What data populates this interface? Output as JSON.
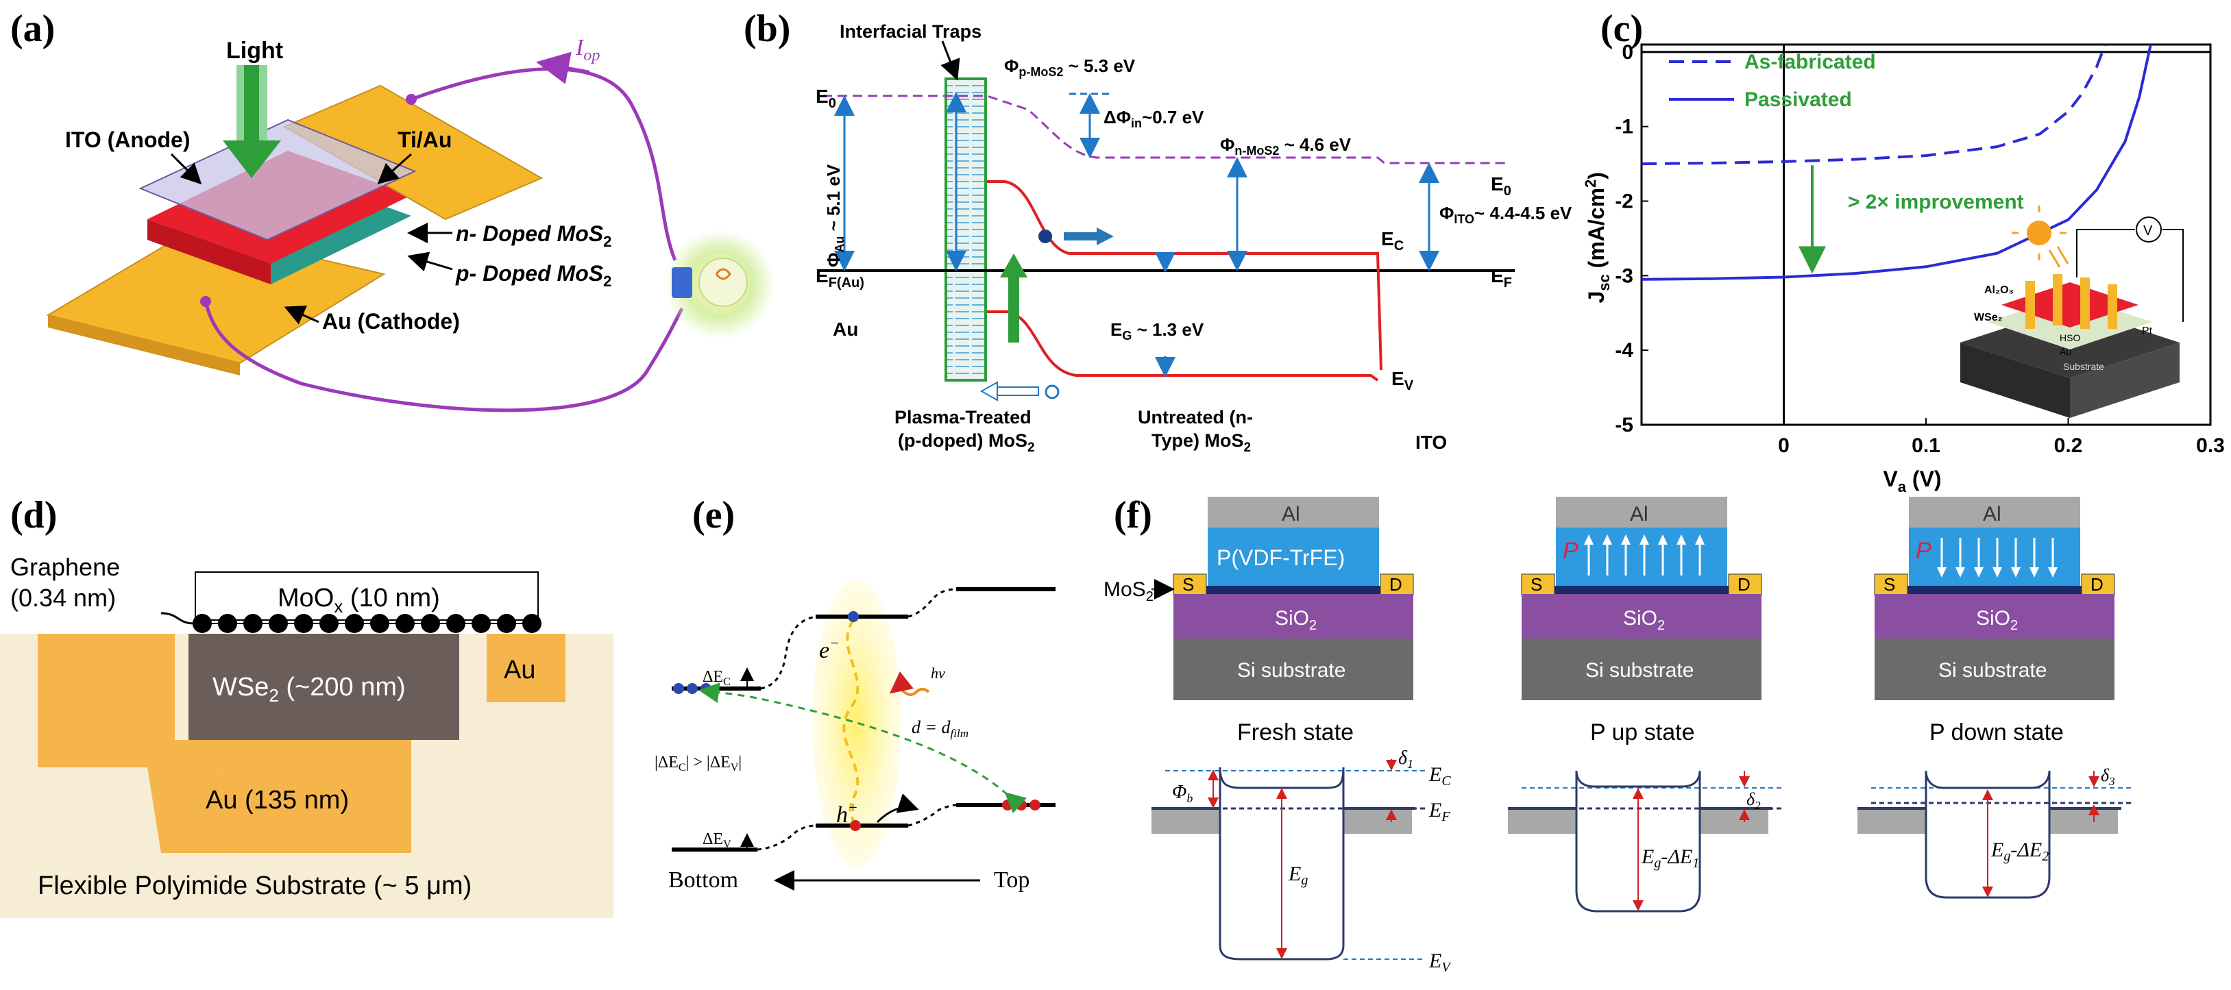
{
  "panels": {
    "a": {
      "label": "(a)",
      "light": "Light",
      "current": "I",
      "current_sub": "op",
      "ito": "ITO (Anode)",
      "tiau": "Ti/Au",
      "n_doped": "n- Doped MoS",
      "p_doped": "p- Doped MoS",
      "sub2": "2",
      "cathode": "Au (Cathode)"
    },
    "b": {
      "label": "(b)",
      "traps": "Interfacial Traps",
      "phi_pmos": "Φ",
      "phi_pmos_sub": "p-MoS2",
      "phi_pmos_val": " ~ 5.3 eV",
      "dphi": "ΔΦ",
      "dphi_sub": "in",
      "dphi_val": "~0.7 eV",
      "phi_nmos": "Φ",
      "phi_nmos_sub": "n-MoS2",
      "phi_nmos_val": " ~ 4.6 eV",
      "e0_left": "E",
      "e0_sub": "0",
      "e0_right": "E",
      "phi_au": "Φ",
      "phi_au_sub": "Au",
      "phi_au_val": " ~ 5.1 eV",
      "ef_au": "E",
      "ef_au_sub": "F(Au)",
      "au": "Au",
      "ec": "E",
      "ec_sub": "C",
      "ef": "E",
      "ef_sub": "F",
      "ev": "E",
      "ev_sub": "V",
      "eg": "E",
      "eg_sub": "G",
      "eg_val": " ~ 1.3 eV",
      "phi_ito": "Φ",
      "phi_ito_sub": "ITO",
      "phi_ito_val": "~ 4.4-4.5 eV",
      "plasma1": "Plasma-Treated",
      "plasma2": "(p-doped) MoS",
      "untreated1": "Untreated (n-",
      "untreated2": "Type) MoS",
      "sub2": "2",
      "ito": "ITO"
    },
    "c": {
      "label": "(c)",
      "legend_asfab": "As-fabricated",
      "legend_pass": "Passivated",
      "improvement": "> 2× improvement",
      "inset_al2o3": "Al₂O₃",
      "inset_wse2": "WSe₂",
      "inset_hso": "HSO",
      "inset_au": "Au",
      "inset_pt": "Pt",
      "inset_sub": "Substrate",
      "inset_v": "V"
    },
    "d": {
      "label": "(d)",
      "graphene1": "Graphene",
      "graphene2": "(0.34 nm)",
      "moox": "MoO",
      "moox_sub": "x",
      "moox_val": " (10 nm)",
      "wse2": "WSe",
      "wse2_sub": "2",
      "wse2_val": " (~200 nm)",
      "au_right": "Au",
      "au_bottom": "Au (135 nm)",
      "substrate": "Flexible Polyimide Substrate (~ 5 μm)"
    },
    "e": {
      "label": "(e)",
      "dec": "ΔE",
      "dec_sub": "C",
      "dev": "ΔE",
      "dev_sub": "V",
      "electron": "e",
      "hole": "h",
      "hv": "hν",
      "d_eq": "d = d",
      "d_sub": "film",
      "ineq": "|ΔE",
      "ineq_c": "C",
      "ineq_mid": "| > |ΔE",
      "ineq_v": "V",
      "ineq_end": "|",
      "bottom": "Bottom",
      "top": "Top"
    },
    "f": {
      "label": "(f)",
      "al": "Al",
      "pvdf": "P(VDF-TrFE)",
      "s": "S",
      "d": "D",
      "sio2": "SiO",
      "sio2_sub": "2",
      "si": "Si substrate",
      "mos2": "MoS",
      "mos2_sub": "2",
      "p": "P",
      "fresh": "Fresh state",
      "pup": "P up state",
      "pdown": "P down state",
      "phib": "Φ",
      "phib_sub": "b",
      "delta1": "δ",
      "delta1_sub": "1",
      "delta2": "δ",
      "delta2_sub": "2",
      "delta3": "δ",
      "delta3_sub": "3",
      "ec": "E",
      "ec_sub": "C",
      "ef": "E",
      "ef_sub": "F",
      "ev": "E",
      "ev_sub": "V",
      "eg": "E",
      "eg_sub": "g",
      "eg1": "E",
      "eg1_sub": "g",
      "eg1_tail": "-ΔE",
      "eg1_tail_sub": "1",
      "eg2": "E",
      "eg2_sub": "g",
      "eg2_tail": "-ΔE",
      "eg2_tail_sub": "2"
    }
  },
  "chart_data": {
    "type": "line",
    "title": "",
    "xlabel": "V",
    "xlabel_sub": "a",
    "xlabel_unit": " (V)",
    "ylabel": "J",
    "ylabel_sub": "sc",
    "ylabel_unit": " (mA/cm",
    "ylabel_sup": "2",
    "ylabel_end": ")",
    "xlim": [
      -0.1,
      0.3
    ],
    "ylim": [
      -5,
      0.1
    ],
    "xticks": [
      0,
      0.1,
      0.2,
      0.3
    ],
    "xtick_labels": [
      "0",
      "0.1",
      "0.2",
      "0.3"
    ],
    "yticks": [
      0,
      -1,
      -2,
      -3,
      -4,
      -5
    ],
    "ytick_labels": [
      "0",
      "-1",
      "-2",
      "-3",
      "-4",
      "-5"
    ],
    "series": [
      {
        "name": "As-fabricated",
        "style": "dashed",
        "color": "#2b2bd6",
        "x": [
          -0.1,
          -0.05,
          0.0,
          0.05,
          0.1,
          0.15,
          0.18,
          0.2,
          0.21,
          0.22,
          0.226
        ],
        "y": [
          -1.5,
          -1.49,
          -1.47,
          -1.44,
          -1.39,
          -1.27,
          -1.1,
          -0.8,
          -0.55,
          -0.2,
          0.1
        ]
      },
      {
        "name": "Passivated",
        "style": "solid",
        "color": "#2b2bd6",
        "x": [
          -0.1,
          -0.05,
          0.0,
          0.05,
          0.1,
          0.15,
          0.2,
          0.22,
          0.24,
          0.25,
          0.258
        ],
        "y": [
          -3.05,
          -3.04,
          -3.02,
          -2.97,
          -2.88,
          -2.7,
          -2.25,
          -1.85,
          -1.2,
          -0.6,
          0.1
        ]
      }
    ],
    "annotation": "> 2× improvement",
    "grid": false,
    "legend": "top"
  },
  "colors": {
    "gold": "#f5b62a",
    "mos2_red": "#e8202e",
    "purple": "#9b3ab8",
    "green": "#2e9e3a",
    "blue": "#1f78c8",
    "red_band": "#e02020",
    "sio2": "#8a4fa0",
    "si": "#6b6b6b",
    "pvdf": "#2e9ae0",
    "al": "#a0a0a0"
  }
}
